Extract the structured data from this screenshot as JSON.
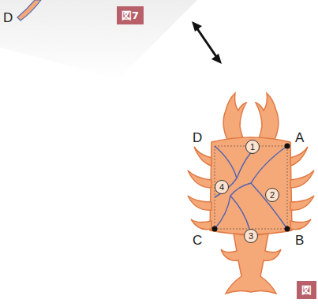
{
  "diagram": {
    "labels": [
      "D",
      "図7",
      "D",
      "A",
      "B",
      "C",
      "1",
      "2",
      "3",
      "4",
      "図"
    ]
  }
}
